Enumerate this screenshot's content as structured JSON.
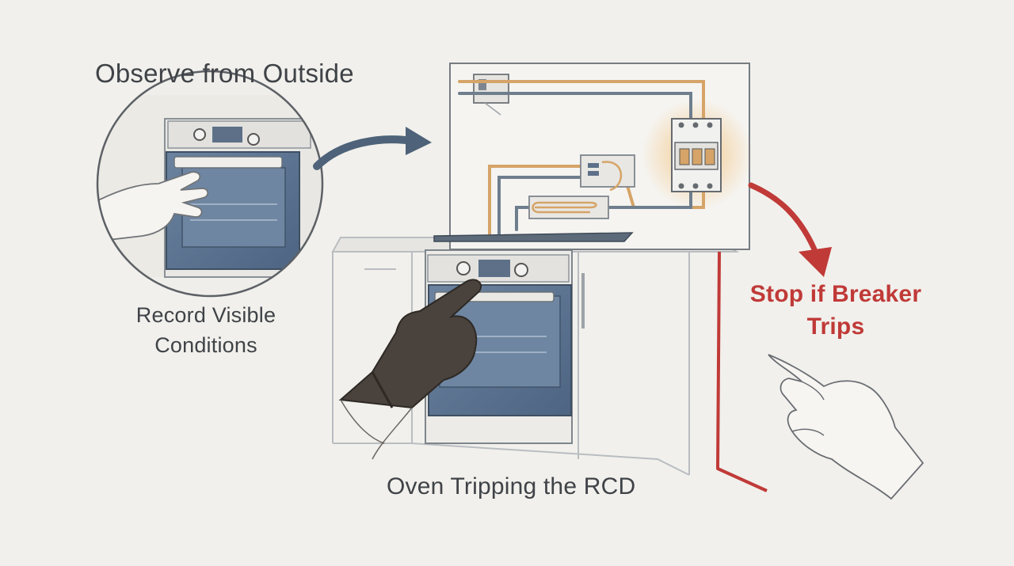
{
  "labels": {
    "observe": "Observe from Outside",
    "record": "Record Visible Conditions",
    "oven": "Oven Tripping the RCD",
    "stop": "Stop if Breaker Trips"
  },
  "colors": {
    "background": "#f1f0ec",
    "oven_glass": "#5b7390",
    "wire_live": "#d6a468",
    "wire_neutral": "#6f7e8d",
    "alert": "#c03a38",
    "breaker_glow": "#f4c27a"
  }
}
